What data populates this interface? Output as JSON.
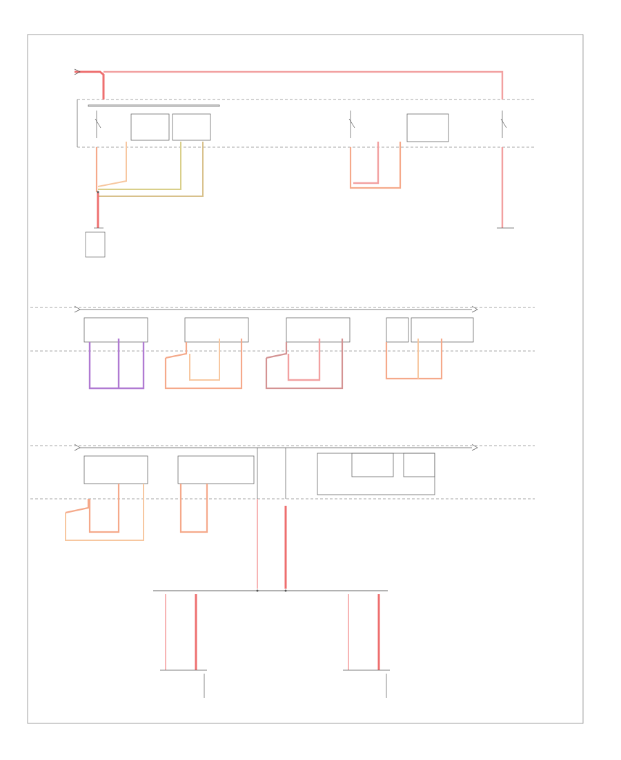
{
  "diagram": {
    "sections": [
      "top",
      "middle",
      "bottom"
    ]
  }
}
